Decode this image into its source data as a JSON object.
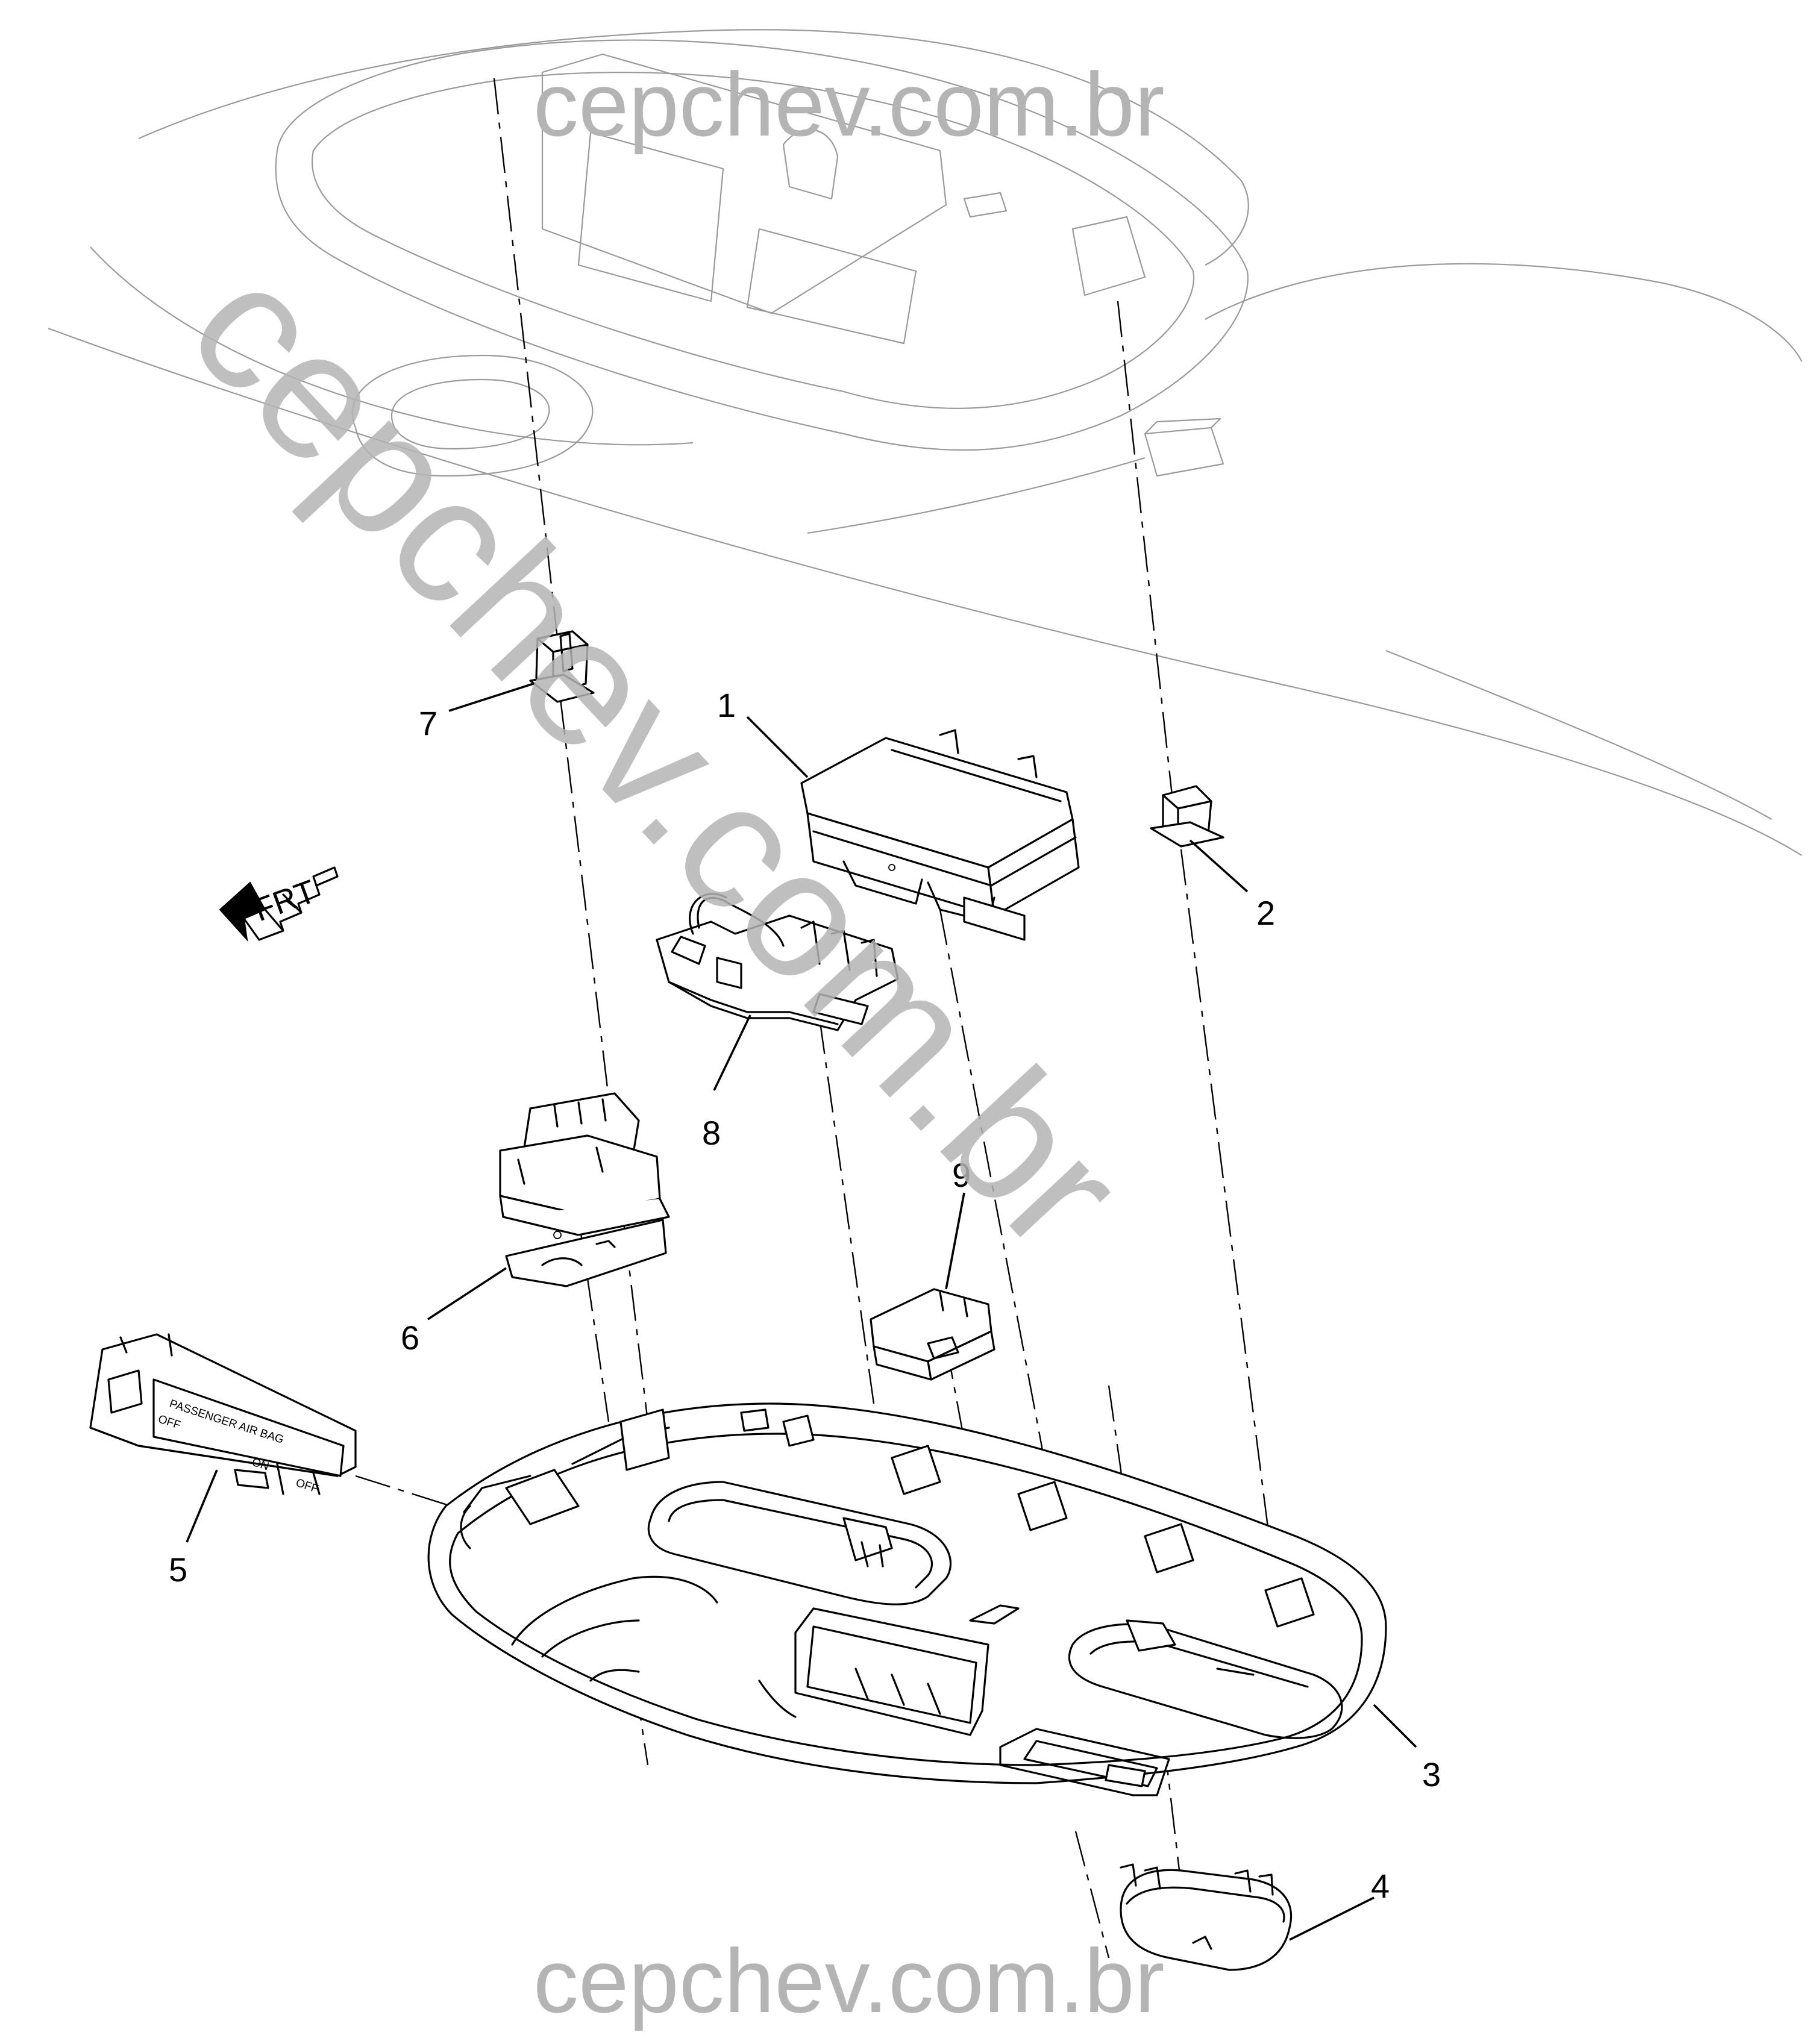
{
  "watermarks": {
    "top": "cepchev.com.br",
    "diagonal": "cepchev.com.br",
    "bottom": "cepchev.com.br"
  },
  "orientation": {
    "label": "FRT"
  },
  "switch_label": {
    "line1": "PASSENGER AIR BAG",
    "line2": "OFF",
    "line3": "ON",
    "line4": "OFF"
  },
  "callouts": [
    "1",
    "2",
    "3",
    "4",
    "5",
    "6",
    "7",
    "8",
    "9"
  ],
  "colors": {
    "line": "#000000",
    "vehicle_outline": "#9a9a9a",
    "watermark": "#b4b4b4",
    "background": "#ffffff"
  }
}
